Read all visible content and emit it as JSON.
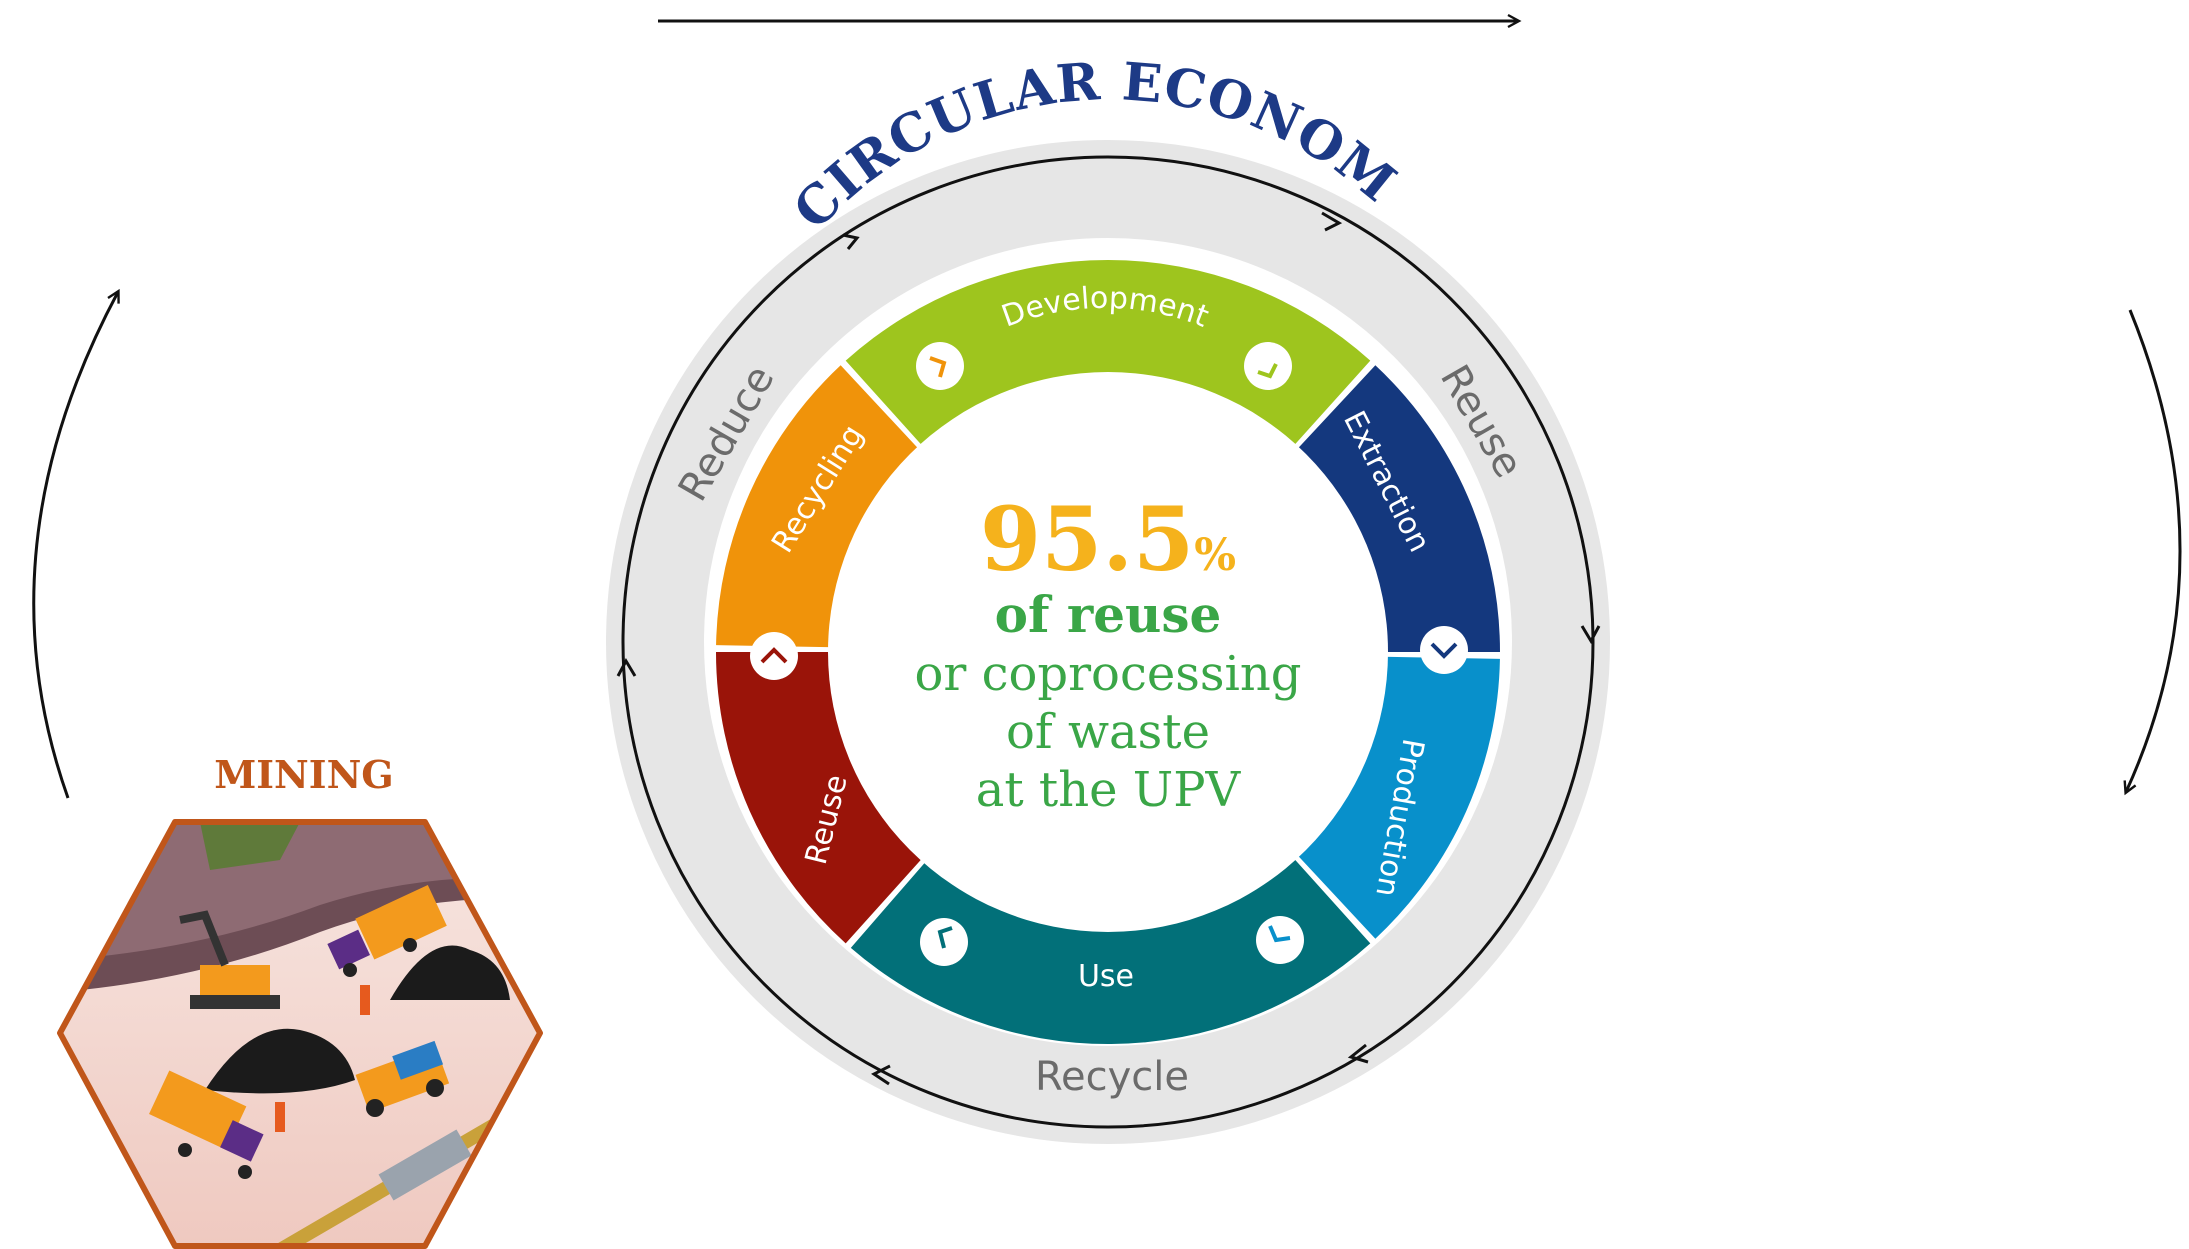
{
  "title": "CIRCULAR ECONOMY",
  "center": {
    "value": "95.5",
    "unit": "%",
    "bold_line": "of reuse",
    "lines": [
      "or coprocessing",
      "of waste",
      "at the UPV"
    ]
  },
  "segments": [
    {
      "label": "Development",
      "color": "#9ec51e"
    },
    {
      "label": "Extraction",
      "color": "#14387e"
    },
    {
      "label": "Production",
      "color": "#0890cb"
    },
    {
      "label": "Use",
      "color": "#027079"
    },
    {
      "label": "Reuse",
      "color": "#9a1409"
    },
    {
      "label": "Recycling",
      "color": "#f0930a"
    }
  ],
  "outer_labels": {
    "reduce": "Reduce",
    "reuse": "Reuse",
    "recycle": "Recycle"
  },
  "mining": {
    "label": "MINING",
    "color": "#c0561a"
  },
  "colors": {
    "title": "#1d3a86",
    "value": "#f5b21c",
    "center_text": "#3aa647",
    "ring": "#e6e6e6"
  }
}
